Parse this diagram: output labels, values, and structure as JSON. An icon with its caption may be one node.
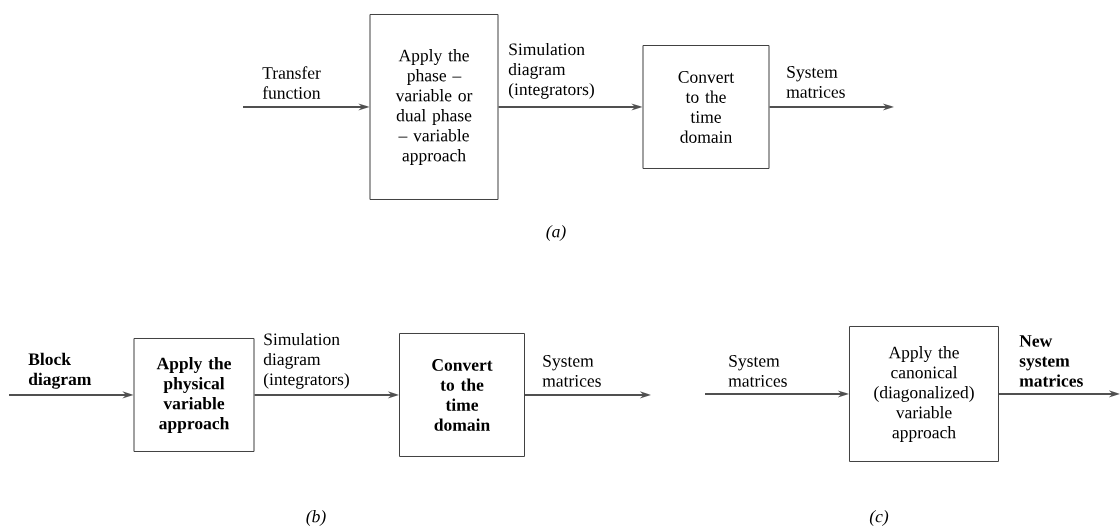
{
  "diagram": {
    "nodes": [
      {
        "text": [
          "Apply the phase – variable or dual phase – variable approach"
        ]
      },
      {
        "text": [
          "Convert to the time domain"
        ]
      },
      {
        "text": [
          "Apply the physical variable approach"
        ]
      },
      {
        "text": [
          "Convert to the time domain"
        ]
      },
      {
        "text": [
          "Apply the canonical (diagonalized) variable approach"
        ]
      }
    ],
    "edges": [
      {
        "from": null,
        "to": 0,
        "arrow": "to",
        "label": "Transfer function"
      },
      {
        "from": 0,
        "to": 1,
        "arrow": "to",
        "label": "Simulation diagram (integrators)"
      },
      {
        "from": 1,
        "to": null,
        "arrow": "to",
        "label": "System matrices"
      },
      {
        "from": null,
        "to": 2,
        "arrow": "to",
        "label": "Block diagram"
      },
      {
        "from": 2,
        "to": 3,
        "arrow": "to",
        "label": "Simulation diagram (integrators)"
      },
      {
        "from": 3,
        "to": null,
        "arrow": "to",
        "label": "System matrices"
      },
      {
        "from": null,
        "to": 4,
        "arrow": "to",
        "label": "System matrices"
      },
      {
        "from": 4,
        "to": null,
        "arrow": "to",
        "label": "New system matrices"
      }
    ],
    "labels": [
      "(a)",
      "(b)",
      "(c)"
    ]
  }
}
